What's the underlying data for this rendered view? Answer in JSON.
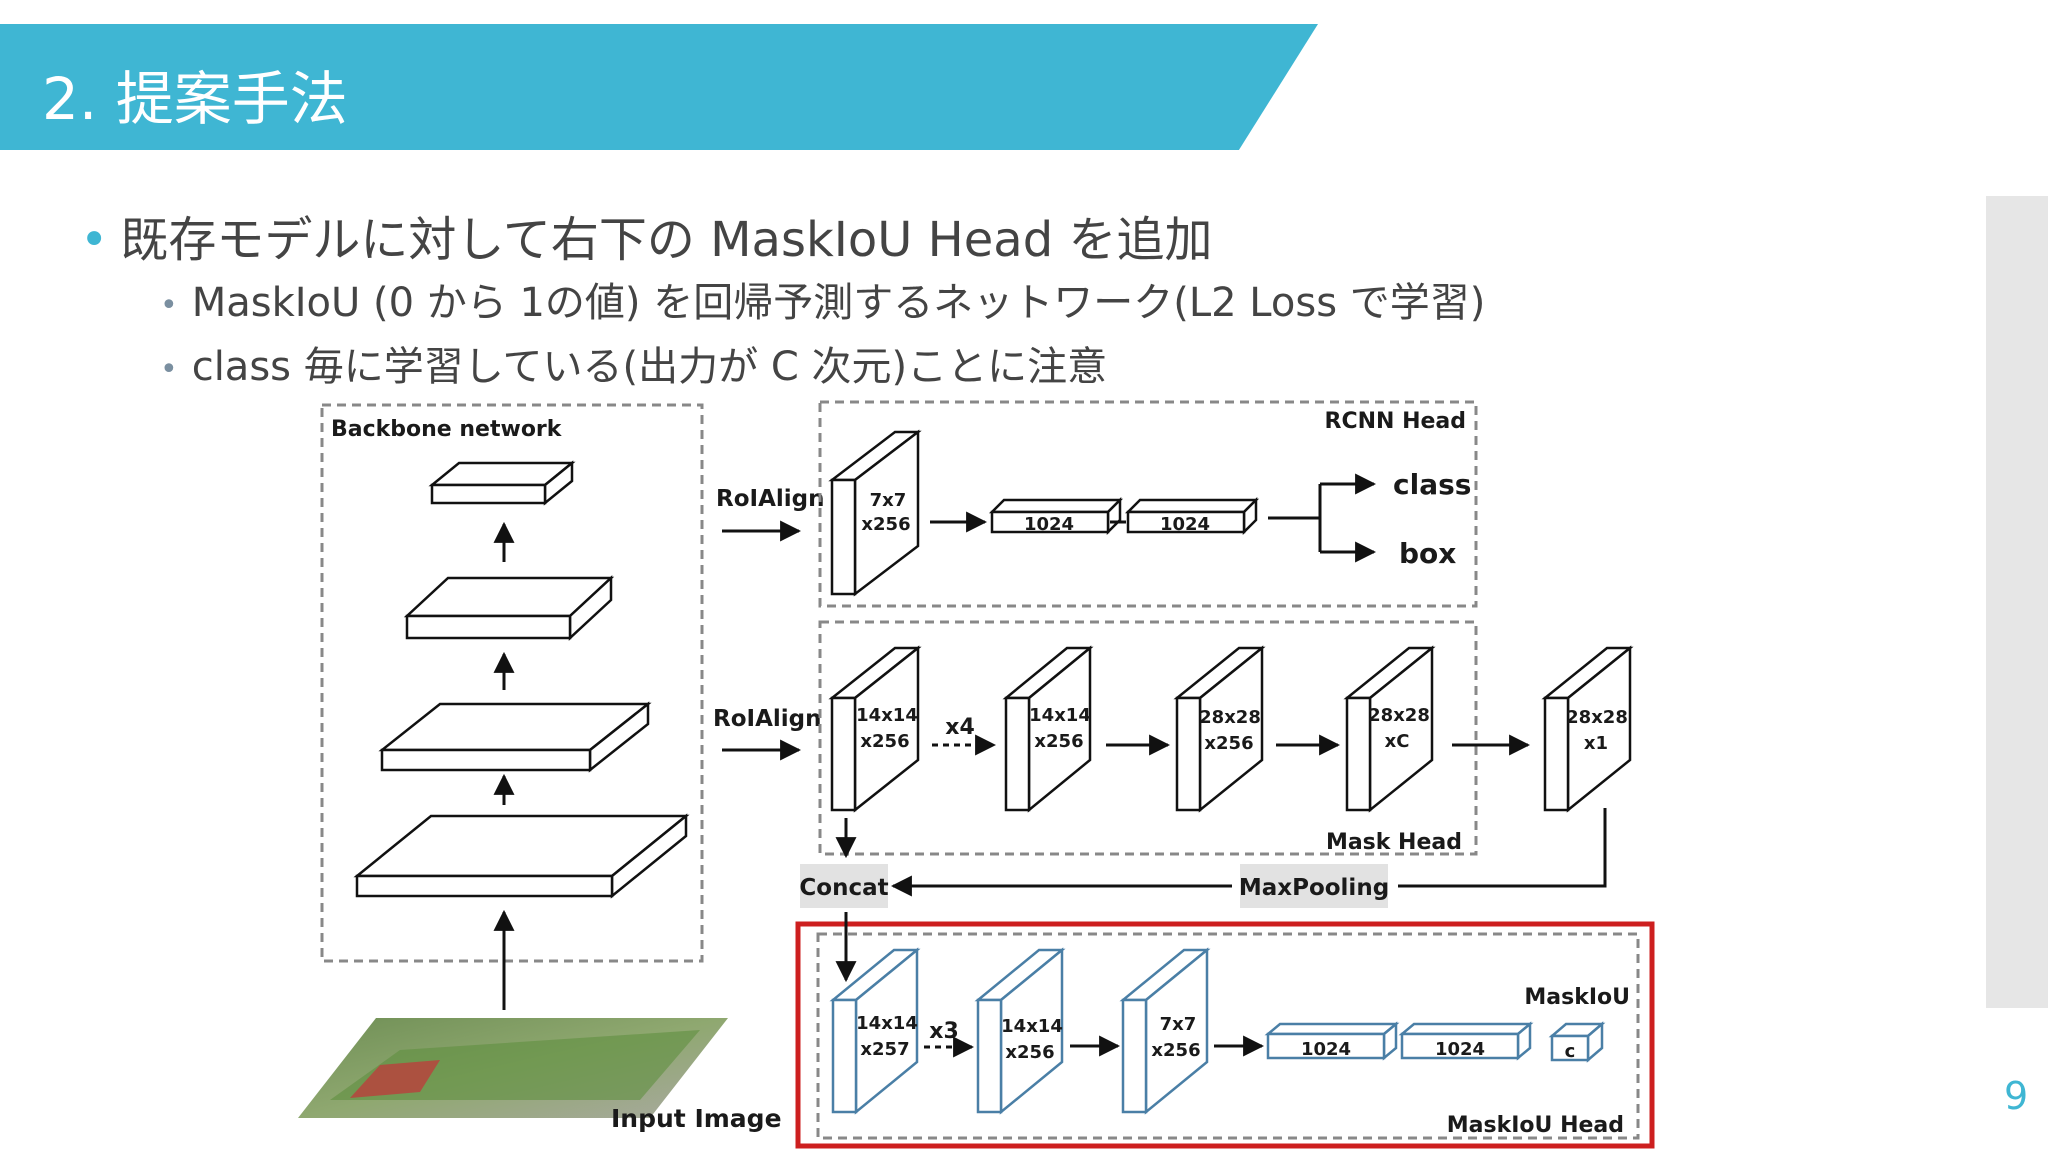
{
  "slide": {
    "title": "2. 提案手法",
    "page_number": "9"
  },
  "bullets": {
    "main": "既存モデルに対して右下の MaskIoU Head を追加",
    "sub": [
      "MaskIoU (0 から 1の値) を回帰予測するネットワーク(L2 Loss で学習)",
      "class 毎に学習している(出力が C 次元)ことに注意"
    ]
  },
  "diagram": {
    "backbone": {
      "label": "Backbone network"
    },
    "input_image": {
      "label": "Input Image"
    },
    "roialign_top": "RoIAlign",
    "roialign_mid": "RoIAlign",
    "rcnn_head": {
      "label": "RCNN Head",
      "feature": [
        "7x7",
        "x256"
      ],
      "fc1": "1024",
      "fc2": "1024",
      "out_class": "class",
      "out_box": "box"
    },
    "mask_head": {
      "label": "Mask Head",
      "f1": [
        "14x14",
        "x256"
      ],
      "repeat": "x4",
      "f2": [
        "14x14",
        "x256"
      ],
      "f3": [
        "28x28",
        "x256"
      ],
      "f4": [
        "28x28",
        "xC"
      ],
      "f5": [
        "28x28",
        "x1"
      ]
    },
    "concat": "Concat",
    "maxpooling": "MaxPooling",
    "maskiou_head": {
      "label": "MaskIoU Head",
      "output_label": "MaskIoU",
      "f1": [
        "14x14",
        "x257"
      ],
      "repeat": "x3",
      "f2": [
        "14x14",
        "x256"
      ],
      "f3": [
        "7x7",
        "x256"
      ],
      "fc1": "1024",
      "fc2": "1024",
      "out": "c"
    },
    "colors": {
      "maskiou_box": "#cd1f1f",
      "blue_boxes": "#4a7fa6",
      "label_bg": "#e2e2e2"
    }
  }
}
